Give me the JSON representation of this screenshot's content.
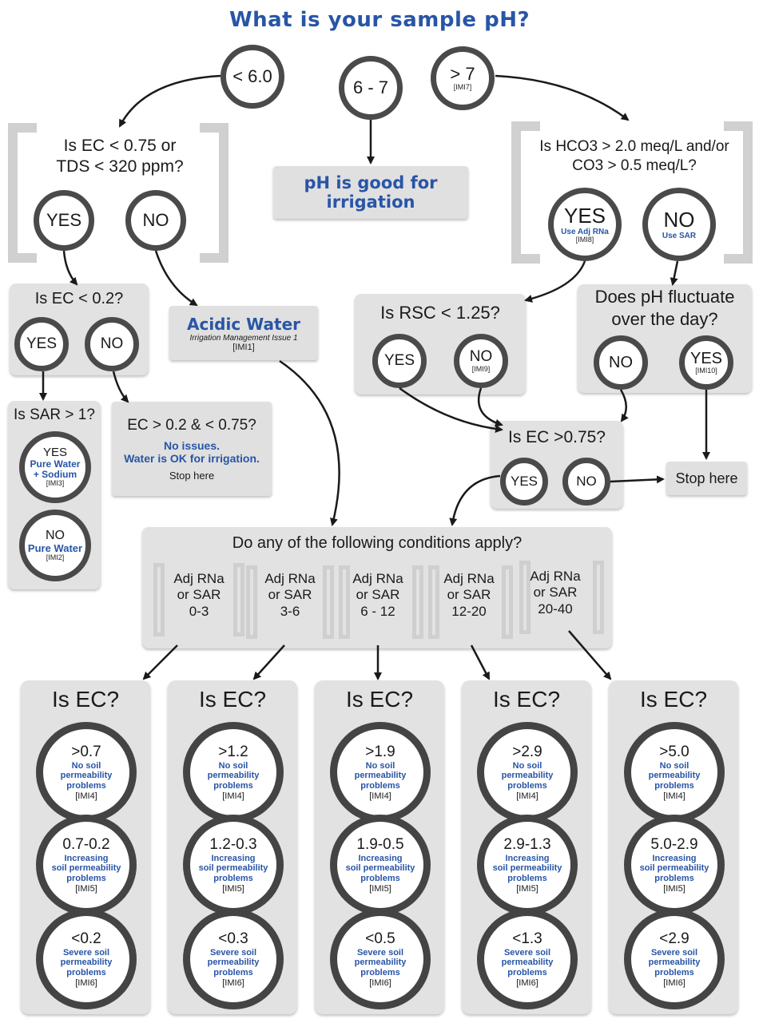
{
  "title": "What is your sample pH?",
  "ph": {
    "low": "< 6.0",
    "mid": "6 - 7",
    "high": "> 7",
    "high_code": "[IMI7]",
    "good": "pH is good for irrigation"
  },
  "left": {
    "q_line1": "Is EC < 0.75 or",
    "q_line2": "TDS < 320 ppm?",
    "yes": "YES",
    "no": "NO",
    "ec02_q": "Is EC < 0.2?",
    "ec02_yes": "YES",
    "ec02_no": "NO",
    "acidic_title": "Acidic Water",
    "acidic_sub": "Irrigation Management Issue 1",
    "acidic_code": "[IMI1]",
    "sar_q": "Is SAR > 1?",
    "sar_yes": "YES",
    "sar_yes_d1": "Pure Water",
    "sar_yes_d2": "+ Sodium",
    "sar_yes_code": "[IMI3]",
    "sar_no": "NO",
    "sar_no_d": "Pure Water",
    "sar_no_code": "[IMI2]",
    "ecmid_q": "EC > 0.2 & < 0.75?",
    "ecmid_l1": "No issues.",
    "ecmid_l2": "Water is OK for irrigation.",
    "ecmid_stop": "Stop here"
  },
  "right": {
    "q_line1": "Is HCO3 > 2.0 meq/L and/or",
    "q_line2": "CO3 > 0.5 meq/L?",
    "yes": "YES",
    "yes_d": "Use Adj  RNa",
    "yes_code": "[IMI8]",
    "no": "NO",
    "no_d": "Use  SAR",
    "rsc_q": "Is RSC < 1.25?",
    "rsc_yes": "YES",
    "rsc_no": "NO",
    "rsc_no_code": "[IMI9]",
    "fl_q1": "Does pH fluctuate",
    "fl_q2": "over the day?",
    "fl_no": "NO",
    "fl_yes": "YES",
    "fl_yes_code": "[IMI10]",
    "ec075_q": "Is EC >0.75?",
    "ec075_yes": "YES",
    "ec075_no": "NO",
    "stop": "Stop here"
  },
  "conditions": {
    "q": "Do any of the following conditions apply?",
    "ranges": [
      {
        "l1": "Adj RNa",
        "l2": "or SAR",
        "l3": "0-3"
      },
      {
        "l1": "Adj RNa",
        "l2": "or SAR",
        "l3": "3-6"
      },
      {
        "l1": "Adj RNa",
        "l2": "or SAR",
        "l3": "6 - 12"
      },
      {
        "l1": "Adj RNa",
        "l2": "or SAR",
        "l3": "12-20"
      },
      {
        "l1": "Adj RNa",
        "l2": "or SAR",
        "l3": "20-40"
      }
    ]
  },
  "ec_columns": [
    {
      "header": "Is EC?",
      "a": ">0.7",
      "b": "0.7-0.2",
      "c": "<0.2"
    },
    {
      "header": "Is EC?",
      "a": ">1.2",
      "b": "1.2-0.3",
      "c": "<0.3"
    },
    {
      "header": "Is EC?",
      "a": ">1.9",
      "b": "1.9-0.5",
      "c": "<0.5"
    },
    {
      "header": "Is EC?",
      "a": ">2.9",
      "b": "2.9-1.3",
      "c": "<1.3"
    },
    {
      "header": "Is EC?",
      "a": ">5.0",
      "b": "5.0-2.9",
      "c": "<2.9"
    }
  ],
  "ec_text": {
    "a1": "No soil",
    "a2": "permeability",
    "a3": "problems",
    "a_code": "[IMI4]",
    "b1": "Increasing",
    "b2": "soil permeability",
    "b3": "problems",
    "b_code": "[IMI5]",
    "c1": "Severe soil",
    "c2": "permeability",
    "c3": "problems",
    "c_code": "[IMI6]"
  }
}
